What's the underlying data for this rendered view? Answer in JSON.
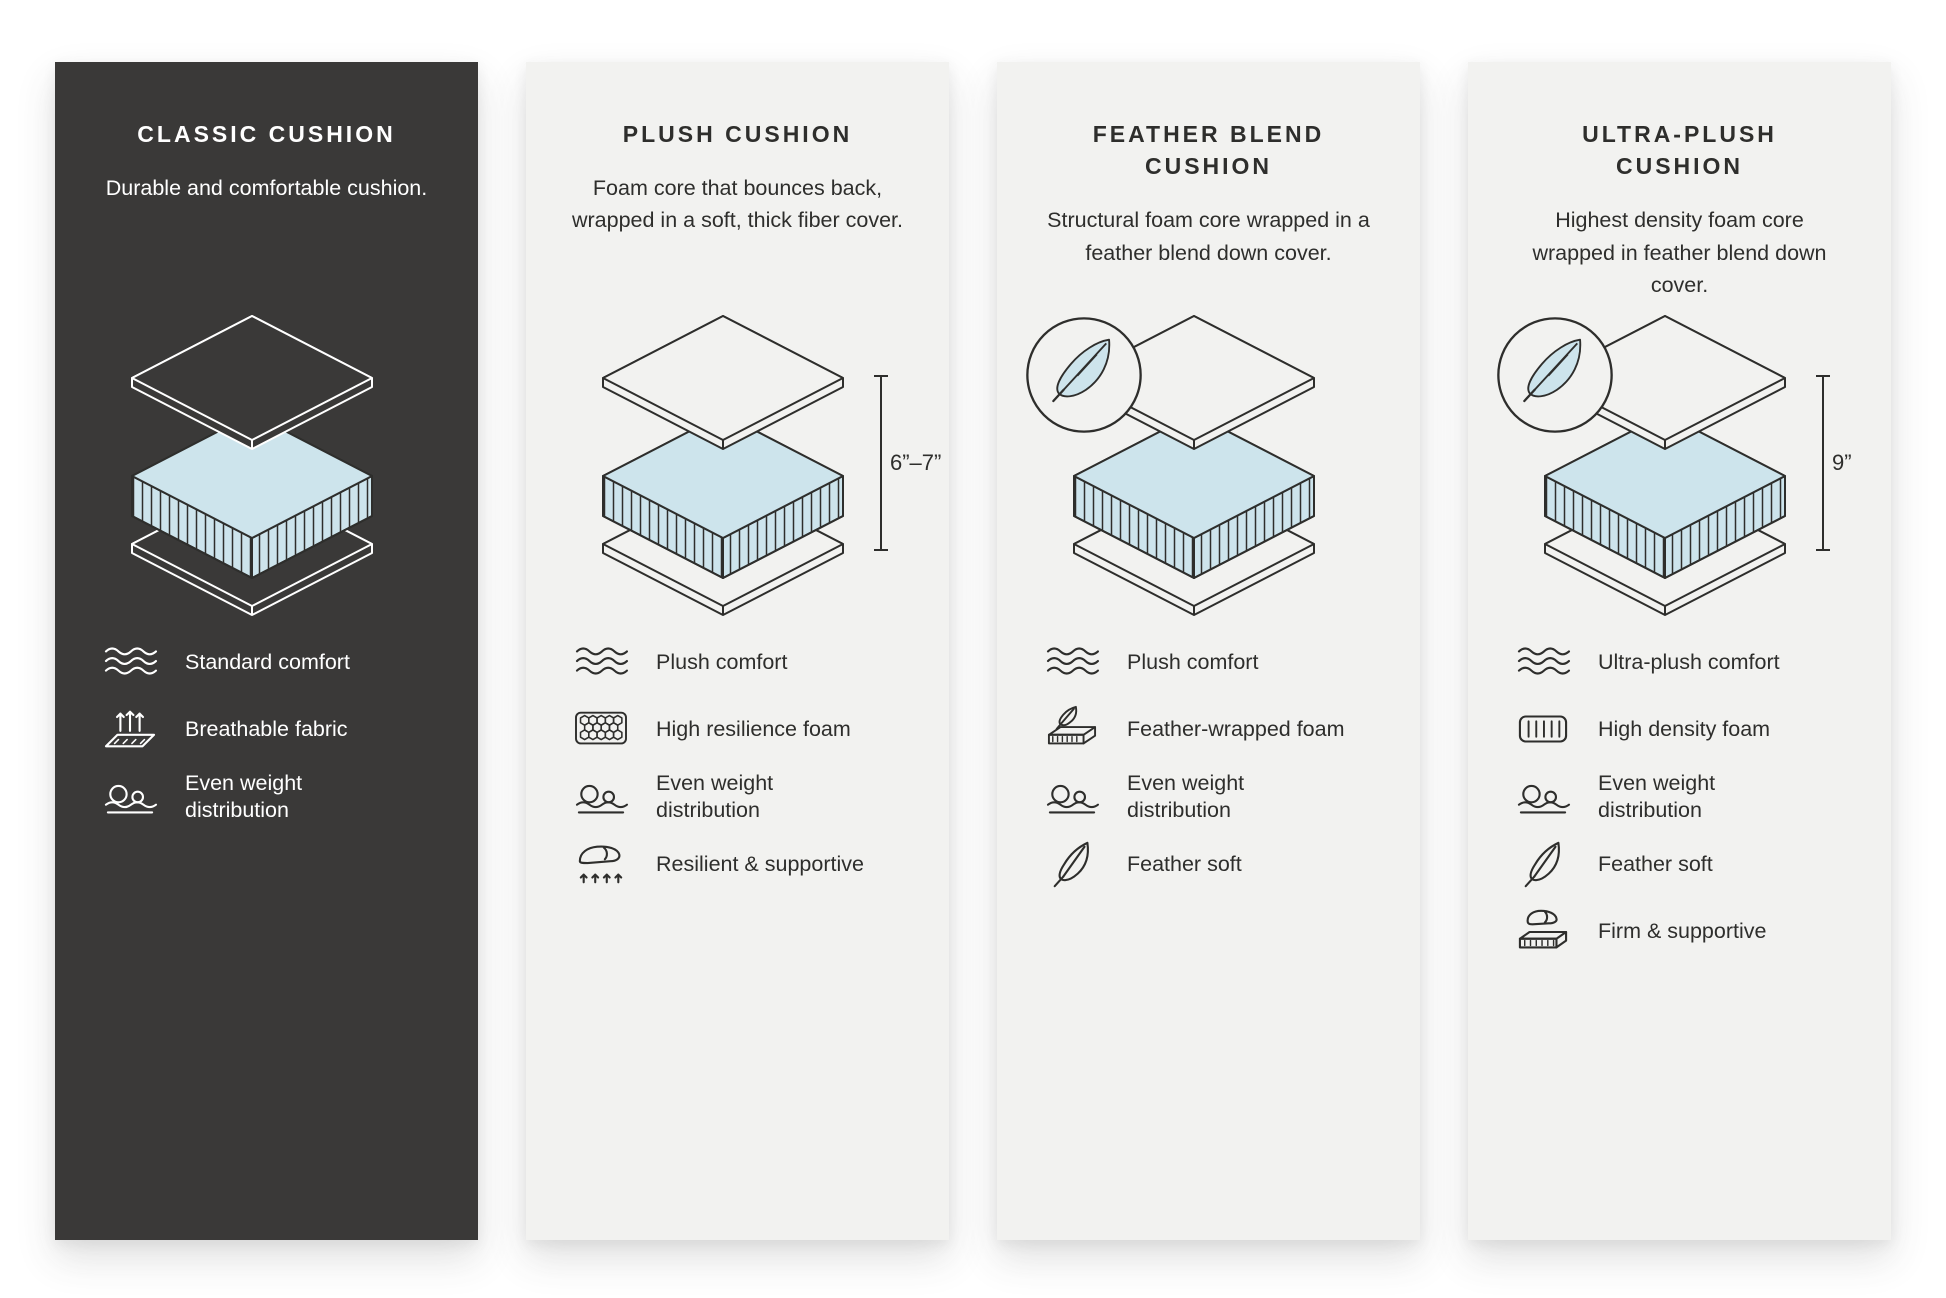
{
  "colors": {
    "dark_panel": "#3a3938",
    "light_panel": "#f2f2f0",
    "foam_blue": "#cde4ec",
    "outline": "#2e2e2c",
    "text_on_dark": "#ffffff"
  },
  "panels": [
    {
      "id": "classic",
      "theme": "dark",
      "title": "CLASSIC CUSHION",
      "description": "Durable and comfortable cushion.",
      "diagram": {
        "feather_badge": false,
        "dimension_label": ""
      },
      "features": [
        {
          "icon": "wave-icon",
          "label": "Standard comfort"
        },
        {
          "icon": "breathable-fabric-icon",
          "label": "Breathable fabric"
        },
        {
          "icon": "even-weight-icon",
          "label": "Even weight distribution"
        }
      ]
    },
    {
      "id": "plush",
      "theme": "light",
      "title": "PLUSH CUSHION",
      "description": "Foam core that bounces back, wrapped in a soft, thick fiber cover.",
      "diagram": {
        "feather_badge": false,
        "dimension_label": "6”–7”"
      },
      "features": [
        {
          "icon": "wave-icon",
          "label": "Plush comfort"
        },
        {
          "icon": "honeycomb-foam-icon",
          "label": "High resilience foam"
        },
        {
          "icon": "even-weight-icon",
          "label": "Even weight distribution"
        },
        {
          "icon": "hand-press-icon",
          "label": "Resilient & supportive"
        }
      ]
    },
    {
      "id": "feather-blend",
      "theme": "light",
      "title": "FEATHER BLEND CUSHION",
      "description": "Structural foam core wrapped in a feather blend down cover.",
      "diagram": {
        "feather_badge": true,
        "dimension_label": ""
      },
      "features": [
        {
          "icon": "wave-icon",
          "label": "Plush comfort"
        },
        {
          "icon": "feather-foam-icon",
          "label": "Feather-wrapped foam"
        },
        {
          "icon": "even-weight-icon",
          "label": "Even weight distribution"
        },
        {
          "icon": "feather-icon",
          "label": "Feather soft"
        }
      ]
    },
    {
      "id": "ultra-plush",
      "theme": "light",
      "title": "ULTRA-PLUSH CUSHION",
      "description": "Highest density foam core wrapped in feather blend down cover.",
      "diagram": {
        "feather_badge": true,
        "dimension_label": "9”"
      },
      "features": [
        {
          "icon": "wave-icon",
          "label": "Ultra-plush comfort"
        },
        {
          "icon": "density-foam-icon",
          "label": "High density foam"
        },
        {
          "icon": "even-weight-icon",
          "label": "Even weight distribution"
        },
        {
          "icon": "feather-icon",
          "label": "Feather soft"
        },
        {
          "icon": "firm-support-icon",
          "label": "Firm & supportive"
        }
      ]
    }
  ]
}
